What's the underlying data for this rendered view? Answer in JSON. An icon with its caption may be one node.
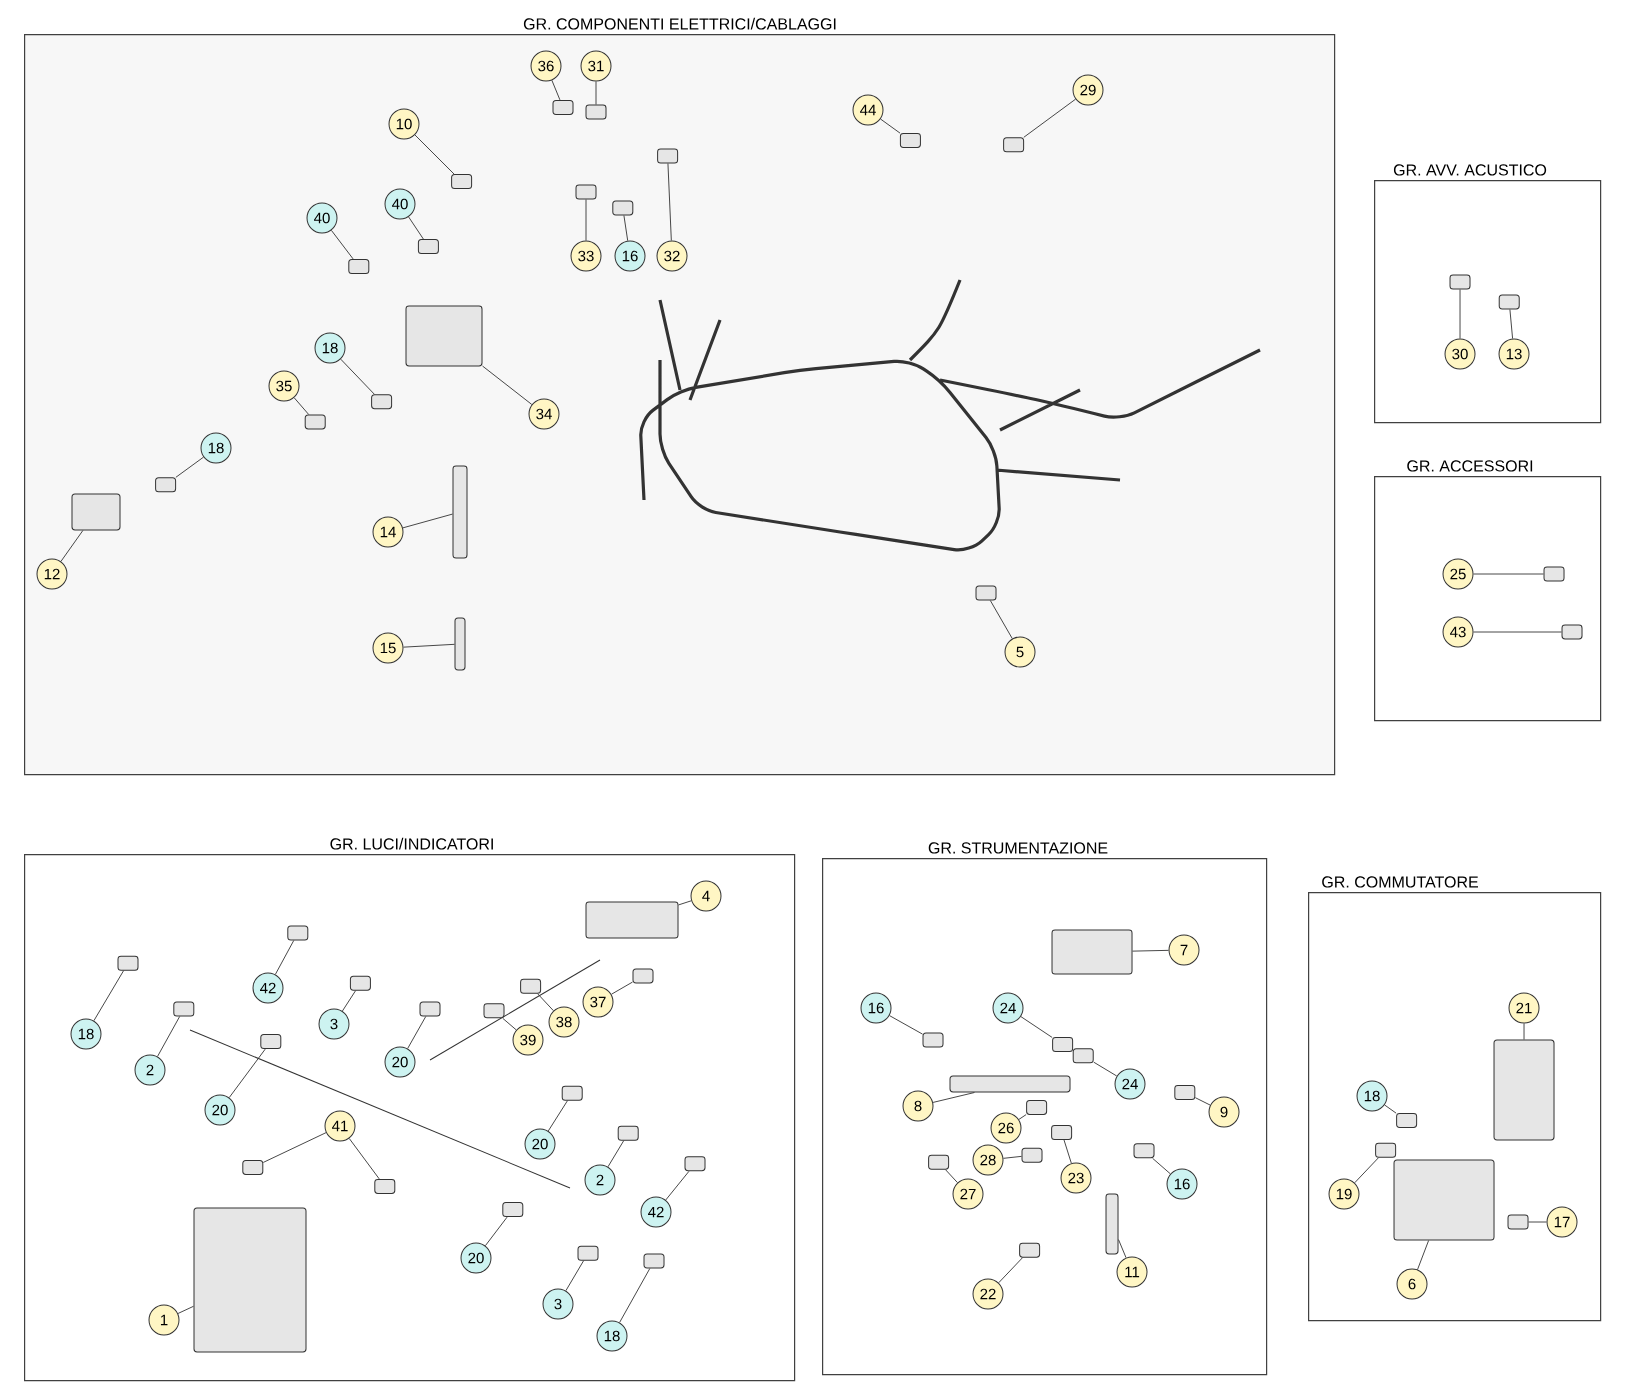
{
  "diagram": {
    "nodes": [
      {
        "text": [
          "GR. COMPONENTI ELETTRICI/CABLAGGI"
        ]
      },
      {
        "text": [
          "36"
        ],
        "in": 0
      },
      {
        "text": [
          "31"
        ],
        "in": 0
      },
      {
        "text": [
          "44"
        ],
        "in": 0
      },
      {
        "text": [
          "29"
        ],
        "in": 0
      },
      {
        "text": [
          "10"
        ],
        "in": 0
      },
      {
        "text": [
          "40"
        ],
        "in": 0
      },
      {
        "text": [
          "40"
        ],
        "in": 0
      },
      {
        "text": [
          "33"
        ],
        "in": 0
      },
      {
        "text": [
          "16"
        ],
        "in": 0
      },
      {
        "text": [
          "32"
        ],
        "in": 0
      },
      {
        "text": [
          "18"
        ],
        "in": 0
      },
      {
        "text": [
          "35"
        ],
        "in": 0
      },
      {
        "text": [
          "34"
        ],
        "in": 0
      },
      {
        "text": [
          "18"
        ],
        "in": 0
      },
      {
        "text": [
          "14"
        ],
        "in": 0
      },
      {
        "text": [
          "12"
        ],
        "in": 0
      },
      {
        "text": [
          "15"
        ],
        "in": 0
      },
      {
        "text": [
          "5"
        ],
        "in": 0
      },
      {
        "text": [
          "GR. AVV. ACUSTICO"
        ]
      },
      {
        "text": [
          "30"
        ],
        "in": 19
      },
      {
        "text": [
          "13"
        ],
        "in": 19
      },
      {
        "text": [
          "GR. ACCESSORI"
        ]
      },
      {
        "text": [
          "25"
        ],
        "in": 22
      },
      {
        "text": [
          "43"
        ],
        "in": 22
      },
      {
        "text": [
          "GR. LUCI/INDICATORI"
        ]
      },
      {
        "text": [
          "4"
        ],
        "in": 25
      },
      {
        "text": [
          "42"
        ],
        "in": 25
      },
      {
        "text": [
          "18"
        ],
        "in": 25
      },
      {
        "text": [
          "2"
        ],
        "in": 25
      },
      {
        "text": [
          "3"
        ],
        "in": 25
      },
      {
        "text": [
          "20"
        ],
        "in": 25
      },
      {
        "text": [
          "37"
        ],
        "in": 25
      },
      {
        "text": [
          "38"
        ],
        "in": 25
      },
      {
        "text": [
          "39"
        ],
        "in": 25
      },
      {
        "text": [
          "20"
        ],
        "in": 25
      },
      {
        "text": [
          "41"
        ],
        "in": 25
      },
      {
        "text": [
          "20"
        ],
        "in": 25
      },
      {
        "text": [
          "2"
        ],
        "in": 25
      },
      {
        "text": [
          "42"
        ],
        "in": 25
      },
      {
        "text": [
          "20"
        ],
        "in": 25
      },
      {
        "text": [
          "1"
        ],
        "in": 25
      },
      {
        "text": [
          "3"
        ],
        "in": 25
      },
      {
        "text": [
          "18"
        ],
        "in": 25
      },
      {
        "text": [
          "GR. STRUMENTAZIONE"
        ]
      },
      {
        "text": [
          "7"
        ],
        "in": 44
      },
      {
        "text": [
          "16"
        ],
        "in": 44
      },
      {
        "text": [
          "24"
        ],
        "in": 44
      },
      {
        "text": [
          "8"
        ],
        "in": 44
      },
      {
        "text": [
          "24"
        ],
        "in": 44
      },
      {
        "text": [
          "9"
        ],
        "in": 44
      },
      {
        "text": [
          "26"
        ],
        "in": 44
      },
      {
        "text": [
          "28"
        ],
        "in": 44
      },
      {
        "text": [
          "23"
        ],
        "in": 44
      },
      {
        "text": [
          "16"
        ],
        "in": 44
      },
      {
        "text": [
          "27"
        ],
        "in": 44
      },
      {
        "text": [
          "11"
        ],
        "in": 44
      },
      {
        "text": [
          "22"
        ],
        "in": 44
      },
      {
        "text": [
          "GR. COMMUTATORE"
        ]
      },
      {
        "text": [
          "21"
        ],
        "in": 58
      },
      {
        "text": [
          "18"
        ],
        "in": 58
      },
      {
        "text": [
          "19"
        ],
        "in": 58
      },
      {
        "text": [
          "17"
        ],
        "in": 58
      },
      {
        "text": [
          "6"
        ],
        "in": 58
      },
      {
        "text": [],
        "shape": "box",
        "in": 0
      },
      {
        "text": [],
        "shape": "box",
        "in": 0
      },
      {
        "text": [],
        "shape": "box",
        "in": 0
      },
      {
        "text": [],
        "shape": "box",
        "in": 0
      },
      {
        "text": [],
        "shape": "box",
        "in": 0
      },
      {
        "text": [],
        "shape": "box",
        "in": 0
      },
      {
        "text": [],
        "shape": "box",
        "in": 0
      },
      {
        "text": [],
        "shape": "box",
        "in": 0
      },
      {
        "text": [],
        "shape": "box",
        "in": 0
      },
      {
        "text": [],
        "shape": "box",
        "in": 0
      },
      {
        "text": [],
        "shape": "box",
        "in": 0
      },
      {
        "text": [],
        "shape": "box",
        "in": 0
      },
      {
        "text": [],
        "shape": "box",
        "in": 0
      },
      {
        "text": [],
        "shape": "box",
        "in": 0
      },
      {
        "text": [],
        "shape": "box",
        "in": 0
      },
      {
        "text": [],
        "shape": "box",
        "in": 0
      },
      {
        "text": [],
        "shape": "box",
        "in": 0
      },
      {
        "text": [],
        "shape": "box",
        "in": 0
      },
      {
        "text": [],
        "shape": "box",
        "in": 19
      },
      {
        "text": [],
        "shape": "box",
        "in": 19
      },
      {
        "text": [],
        "shape": "box",
        "in": 22
      },
      {
        "text": [],
        "shape": "box",
        "in": 22
      },
      {
        "text": [],
        "shape": "box",
        "in": 25
      },
      {
        "text": [],
        "shape": "box",
        "in": 25
      },
      {
        "text": [],
        "shape": "box",
        "in": 25
      },
      {
        "text": [],
        "shape": "box",
        "in": 25
      },
      {
        "text": [],
        "shape": "box",
        "in": 25
      },
      {
        "text": [],
        "shape": "box",
        "in": 25
      },
      {
        "text": [],
        "shape": "box",
        "in": 25
      },
      {
        "text": [],
        "shape": "box",
        "in": 25
      },
      {
        "text": [],
        "shape": "box",
        "in": 25
      },
      {
        "text": [],
        "shape": "box",
        "in": 25
      },
      {
        "text": [],
        "shape": "box",
        "in": 25
      },
      {
        "text": [],
        "shape": "box",
        "in": 25
      },
      {
        "text": [],
        "shape": "box",
        "in": 25
      },
      {
        "text": [],
        "shape": "box",
        "in": 25
      },
      {
        "text": [],
        "shape": "box",
        "in": 25
      },
      {
        "text": [],
        "shape": "box",
        "in": 25
      },
      {
        "text": [],
        "shape": "box",
        "in": 25
      },
      {
        "text": [],
        "shape": "box",
        "in": 25
      },
      {
        "text": [],
        "shape": "box",
        "in": 25
      },
      {
        "text": [],
        "shape": "box",
        "in": 44
      },
      {
        "text": [],
        "shape": "box",
        "in": 44
      },
      {
        "text": [],
        "shape": "box",
        "in": 44
      },
      {
        "text": [],
        "shape": "box",
        "in": 44
      },
      {
        "text": [],
        "shape": "box",
        "in": 44
      },
      {
        "text": [],
        "shape": "box",
        "in": 44
      },
      {
        "text": [],
        "shape": "box",
        "in": 44
      },
      {
        "text": [],
        "shape": "box",
        "in": 44
      },
      {
        "text": [],
        "shape": "box",
        "in": 44
      },
      {
        "text": [],
        "shape": "box",
        "in": 44
      },
      {
        "text": [],
        "shape": "box",
        "in": 44
      },
      {
        "text": [],
        "shape": "box",
        "in": 44
      },
      {
        "text": [],
        "shape": "box",
        "in": 44
      },
      {
        "text": [],
        "shape": "box",
        "in": 58
      },
      {
        "text": [],
        "shape": "box",
        "in": 58
      },
      {
        "text": [],
        "shape": "box",
        "in": 58
      },
      {
        "text": [],
        "shape": "box",
        "in": 58
      },
      {
        "text": [],
        "shape": "box",
        "in": 58
      }
    ],
    "edges": [
      {
        "from": 1,
        "to": 64,
        "arrow": "none"
      },
      {
        "from": 2,
        "to": 65,
        "arrow": "none"
      },
      {
        "from": 3,
        "to": 66,
        "arrow": "none"
      },
      {
        "from": 4,
        "to": 67,
        "arrow": "none"
      },
      {
        "from": 5,
        "to": 68,
        "arrow": "none"
      },
      {
        "from": 6,
        "to": 69,
        "arrow": "none"
      },
      {
        "from": 7,
        "to": 70,
        "arrow": "none"
      },
      {
        "from": 8,
        "to": 71,
        "arrow": "none"
      },
      {
        "from": 9,
        "to": 72,
        "arrow": "none"
      },
      {
        "from": 10,
        "to": 73,
        "arrow": "none"
      },
      {
        "from": 11,
        "to": 74,
        "arrow": "none"
      },
      {
        "from": 12,
        "to": 75,
        "arrow": "none"
      },
      {
        "from": 13,
        "to": 76,
        "arrow": "none"
      },
      {
        "from": 14,
        "to": 77,
        "arrow": "none"
      },
      {
        "from": 15,
        "to": 78,
        "arrow": "none"
      },
      {
        "from": 16,
        "to": 79,
        "arrow": "none"
      },
      {
        "from": 17,
        "to": 80,
        "arrow": "none"
      },
      {
        "from": 18,
        "to": 81,
        "arrow": "none"
      },
      {
        "from": 20,
        "to": 82,
        "arrow": "none"
      },
      {
        "from": 21,
        "to": 83,
        "arrow": "none"
      },
      {
        "from": 23,
        "to": 84,
        "arrow": "none"
      },
      {
        "from": 24,
        "to": 85,
        "arrow": "none"
      },
      {
        "from": 26,
        "to": 86,
        "arrow": "none"
      },
      {
        "from": 27,
        "to": 87,
        "arrow": "none"
      },
      {
        "from": 28,
        "to": 88,
        "arrow": "none"
      },
      {
        "from": 29,
        "to": 89,
        "arrow": "none"
      },
      {
        "from": 30,
        "to": 90,
        "arrow": "none"
      },
      {
        "from": 31,
        "to": 91,
        "arrow": "none"
      },
      {
        "from": 32,
        "to": 92,
        "arrow": "none"
      },
      {
        "from": 33,
        "to": 93,
        "arrow": "none"
      },
      {
        "from": 34,
        "to": 94,
        "arrow": "none"
      },
      {
        "from": 35,
        "to": 95,
        "arrow": "none"
      },
      {
        "from": 36,
        "to": 96,
        "arrow": "none"
      },
      {
        "from": 36,
        "to": 97,
        "arrow": "none"
      },
      {
        "from": 37,
        "to": 98,
        "arrow": "none"
      },
      {
        "from": 38,
        "to": 99,
        "arrow": "none"
      },
      {
        "from": 39,
        "to": 100,
        "arrow": "none"
      },
      {
        "from": 40,
        "to": 101,
        "arrow": "none"
      },
      {
        "from": 41,
        "to": 102,
        "arrow": "none"
      },
      {
        "from": 42,
        "to": 103,
        "arrow": "none"
      },
      {
        "from": 43,
        "to": 104,
        "arrow": "none"
      },
      {
        "from": 45,
        "to": 105,
        "arrow": "none"
      },
      {
        "from": 46,
        "to": 106,
        "arrow": "none"
      },
      {
        "from": 47,
        "to": 107,
        "arrow": "none"
      },
      {
        "from": 48,
        "to": 108,
        "arrow": "none"
      },
      {
        "from": 49,
        "to": 109,
        "arrow": "none"
      },
      {
        "from": 50,
        "to": 110,
        "arrow": "none"
      },
      {
        "from": 51,
        "to": 111,
        "arrow": "none"
      },
      {
        "from": 52,
        "to": 112,
        "arrow": "none"
      },
      {
        "from": 53,
        "to": 113,
        "arrow": "none"
      },
      {
        "from": 54,
        "to": 114,
        "arrow": "none"
      },
      {
        "from": 55,
        "to": 115,
        "arrow": "none"
      },
      {
        "from": 56,
        "to": 116,
        "arrow": "none"
      },
      {
        "from": 57,
        "to": 117,
        "arrow": "none"
      },
      {
        "from": 59,
        "to": 118,
        "arrow": "none"
      },
      {
        "from": 60,
        "to": 119,
        "arrow": "none"
      },
      {
        "from": 61,
        "to": 120,
        "arrow": "none"
      },
      {
        "from": 62,
        "to": 121,
        "arrow": "none"
      },
      {
        "from": 63,
        "to": 122,
        "arrow": "none"
      }
    ]
  }
}
